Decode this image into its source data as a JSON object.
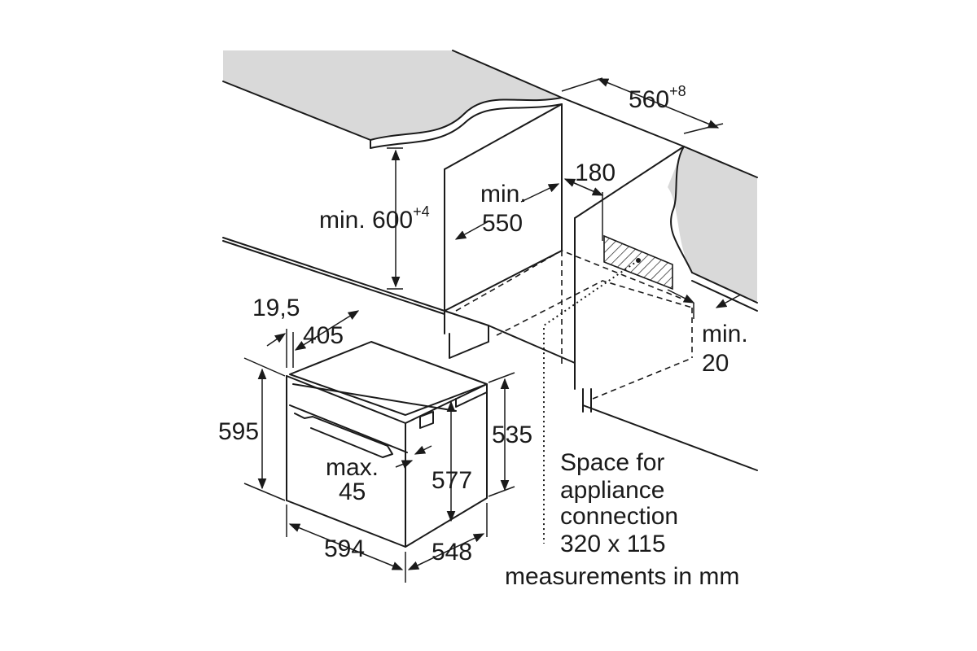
{
  "dimensions": {
    "cabinet_width": "560",
    "cabinet_width_tolerance": "+8",
    "cabinet_height": "min. 600",
    "cabinet_height_tolerance": "+4",
    "cabinet_depth_line1": "min.",
    "cabinet_depth_line2": "550",
    "connection_depth": "180",
    "side_gap_line1": "min.",
    "side_gap_line2": "20",
    "front_panel_depth": "19,5",
    "top_depth": "405",
    "appliance_height": "595",
    "appliance_inner_height": "577",
    "appliance_body_height": "535",
    "handle_projection_line1": "max.",
    "handle_projection_line2": "45",
    "appliance_width": "594",
    "appliance_depth": "548"
  },
  "notes": {
    "connection_line1": "Space for",
    "connection_line2": "appliance",
    "connection_line3": "connection",
    "connection_line4": "320 x 115",
    "units": "measurements in mm"
  }
}
